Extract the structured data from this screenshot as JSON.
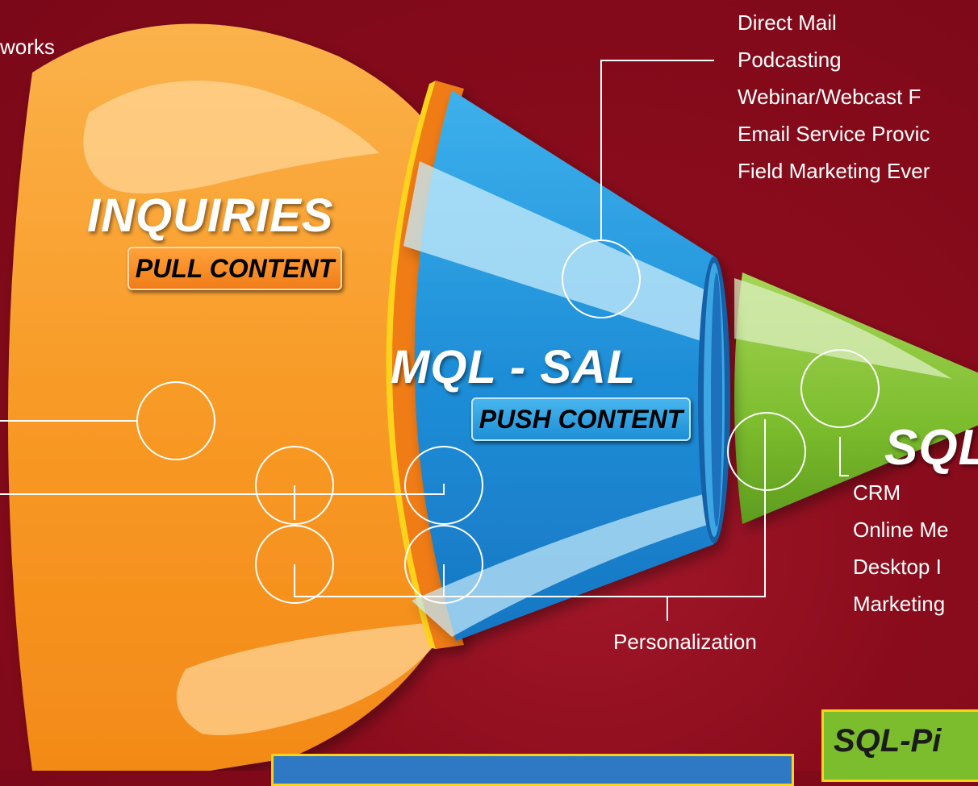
{
  "labels": {
    "networks": "works",
    "top_list": [
      "Direct Mail",
      "Podcasting",
      "Webinar/Webcast F",
      "Email Service Provic",
      "Field Marketing Ever"
    ],
    "bottom_list": [
      "CRM",
      "Online Me",
      "Desktop I",
      "Marketing"
    ],
    "personalization": "Personalization"
  },
  "funnel": {
    "inquiries_title": "INQUIRIES",
    "inquiries_tag": "PULL CONTENT",
    "mql_title": "MQL - SAL",
    "mql_tag": "PUSH CONTENT",
    "sql_title": "SQL-"
  },
  "boxes": {
    "sql_box_text": "SQL-Pi"
  },
  "colors": {
    "background": "#8a0c1c",
    "orange_stage": "#f89a26",
    "blue_stage": "#1f8fd8",
    "green_stage": "#7cbd2e",
    "box_border": "#ffd21a"
  }
}
